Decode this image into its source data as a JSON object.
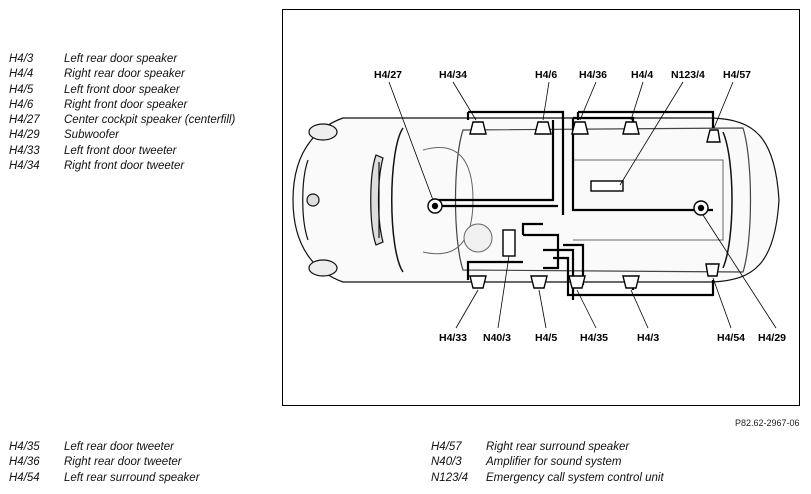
{
  "legend_top": [
    {
      "code": "H4/3",
      "desc": "Left rear door speaker"
    },
    {
      "code": "H4/4",
      "desc": "Right rear door speaker"
    },
    {
      "code": "H4/5",
      "desc": "Left front door speaker"
    },
    {
      "code": "H4/6",
      "desc": "Right front door speaker"
    },
    {
      "code": "H4/27",
      "desc": "Center cockpit speaker (centerfill)"
    },
    {
      "code": "H4/29",
      "desc": "Subwoofer"
    },
    {
      "code": "H4/33",
      "desc": "Left front door tweeter"
    },
    {
      "code": "H4/34",
      "desc": "Right front door tweeter"
    }
  ],
  "legend_bottom_left": [
    {
      "code": "H4/35",
      "desc": "Left rear door tweeter"
    },
    {
      "code": "H4/36",
      "desc": "Right rear door tweeter"
    },
    {
      "code": "H4/54",
      "desc": "Left rear surround speaker"
    }
  ],
  "legend_bottom_right": [
    {
      "code": "H4/57",
      "desc": "Right rear surround speaker"
    },
    {
      "code": "N40/3",
      "desc": "Amplifier for sound system"
    },
    {
      "code": "N123/4",
      "desc": "Emergency call system control unit"
    }
  ],
  "diagram": {
    "labels_top": {
      "h4_27": "H4/27",
      "h4_34": "H4/34",
      "h4_6": "H4/6",
      "h4_36": "H4/36",
      "h4_4": "H4/4",
      "n123_4": "N123/4",
      "h4_57": "H4/57"
    },
    "labels_bottom": {
      "h4_33": "H4/33",
      "n40_3": "N40/3",
      "h4_5": "H4/5",
      "h4_35": "H4/35",
      "h4_3": "H4/3",
      "h4_54": "H4/54",
      "h4_29": "H4/29"
    }
  },
  "reference": "P82.62-2967-06"
}
